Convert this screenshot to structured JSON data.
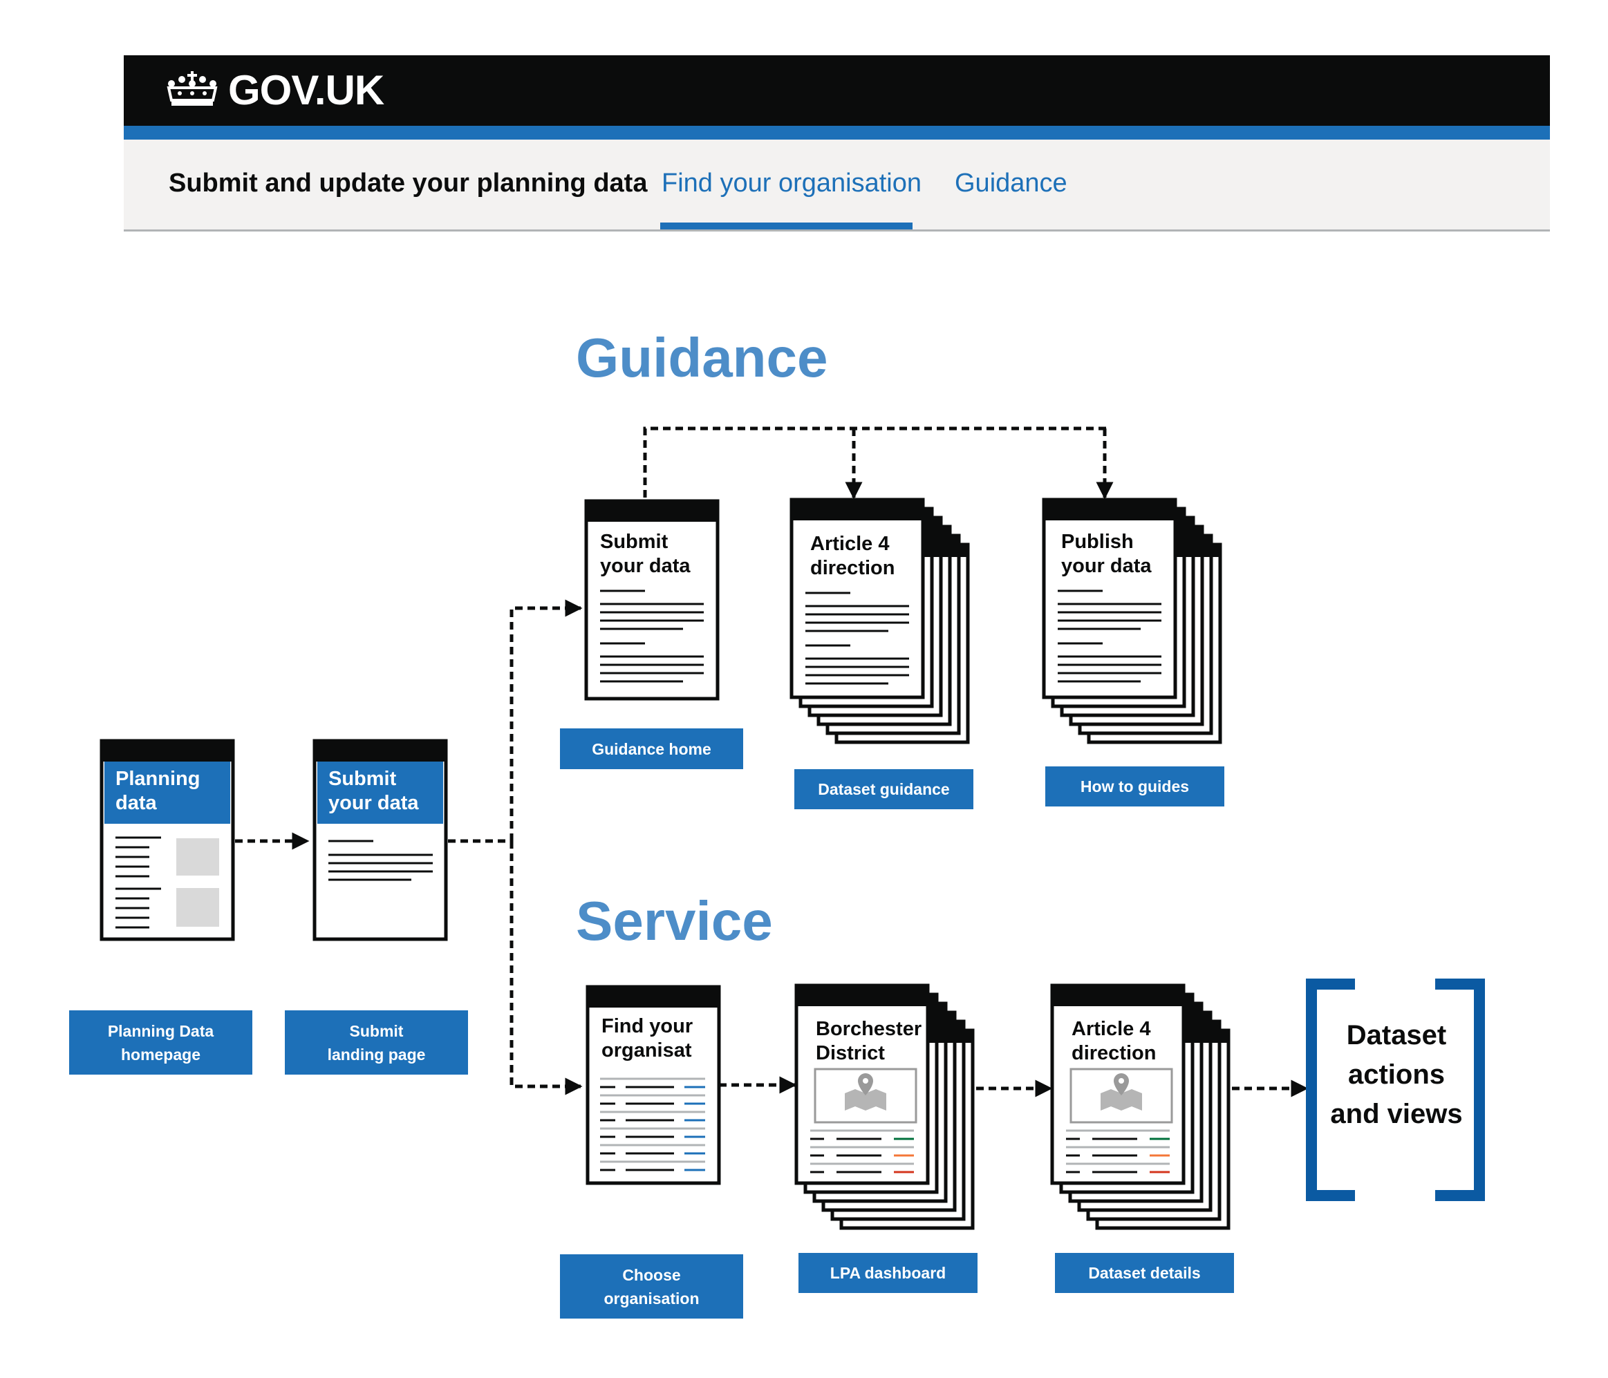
{
  "header": {
    "logo_text": "GOV.UK",
    "service_name": "Submit and update your planning data",
    "nav": [
      {
        "label": "Find your organisation",
        "active": true
      },
      {
        "label": "Guidance",
        "active": false
      }
    ]
  },
  "colors": {
    "accent": "#1d70b8",
    "section_title": "#4d8dc8",
    "header": "#0b0c0c"
  },
  "diagram": {
    "sections": {
      "guidance": "Guidance",
      "service": "Service"
    },
    "pages": {
      "planning_data": {
        "title_lines": [
          "Planning",
          "data"
        ],
        "label_lines": [
          "Planning Data",
          "homepage"
        ]
      },
      "submit_landing": {
        "title_lines": [
          "Submit",
          "your data"
        ],
        "label_lines": [
          "Submit",
          "landing page"
        ]
      },
      "guidance_home": {
        "title_lines": [
          "Submit",
          "your data"
        ],
        "label_lines": [
          "Guidance home"
        ]
      },
      "dataset_guidance": {
        "title_lines": [
          "Article 4",
          "direction"
        ],
        "label_lines": [
          "Dataset guidance"
        ]
      },
      "how_to_guides": {
        "title_lines": [
          "Publish",
          "your data"
        ],
        "label_lines": [
          "How to guides"
        ]
      },
      "choose_organisation": {
        "title_lines": [
          "Find your",
          "organisat"
        ],
        "label_lines": [
          "Choose",
          "organisation"
        ]
      },
      "lpa_dashboard": {
        "title_lines": [
          "Borchester",
          "District"
        ],
        "label_lines": [
          "LPA dashboard"
        ]
      },
      "dataset_details": {
        "title_lines": [
          "Article 4",
          "direction"
        ],
        "label_lines": [
          "Dataset details"
        ]
      }
    },
    "bracket_lines": [
      "Dataset",
      "actions",
      "and views"
    ]
  }
}
